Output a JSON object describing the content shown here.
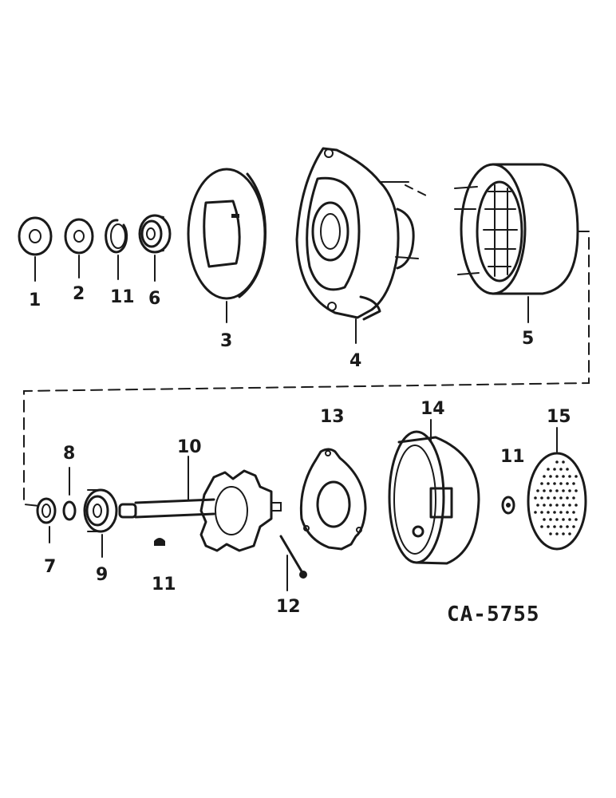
{
  "diagram": {
    "drawing_code": "CA-5755",
    "callouts": [
      {
        "id": "c1",
        "text": "1"
      },
      {
        "id": "c2",
        "text": "2"
      },
      {
        "id": "c11a",
        "text": "11"
      },
      {
        "id": "c6",
        "text": "6"
      },
      {
        "id": "c3",
        "text": "3"
      },
      {
        "id": "c4",
        "text": "4"
      },
      {
        "id": "c5",
        "text": "5"
      },
      {
        "id": "c8",
        "text": "8"
      },
      {
        "id": "c7",
        "text": "7"
      },
      {
        "id": "c9",
        "text": "9"
      },
      {
        "id": "c10",
        "text": "10"
      },
      {
        "id": "c11b",
        "text": "11"
      },
      {
        "id": "c12",
        "text": "12"
      },
      {
        "id": "c13",
        "text": "13"
      },
      {
        "id": "c14",
        "text": "14"
      },
      {
        "id": "c11c",
        "text": "11"
      },
      {
        "id": "c15",
        "text": "15"
      }
    ]
  }
}
